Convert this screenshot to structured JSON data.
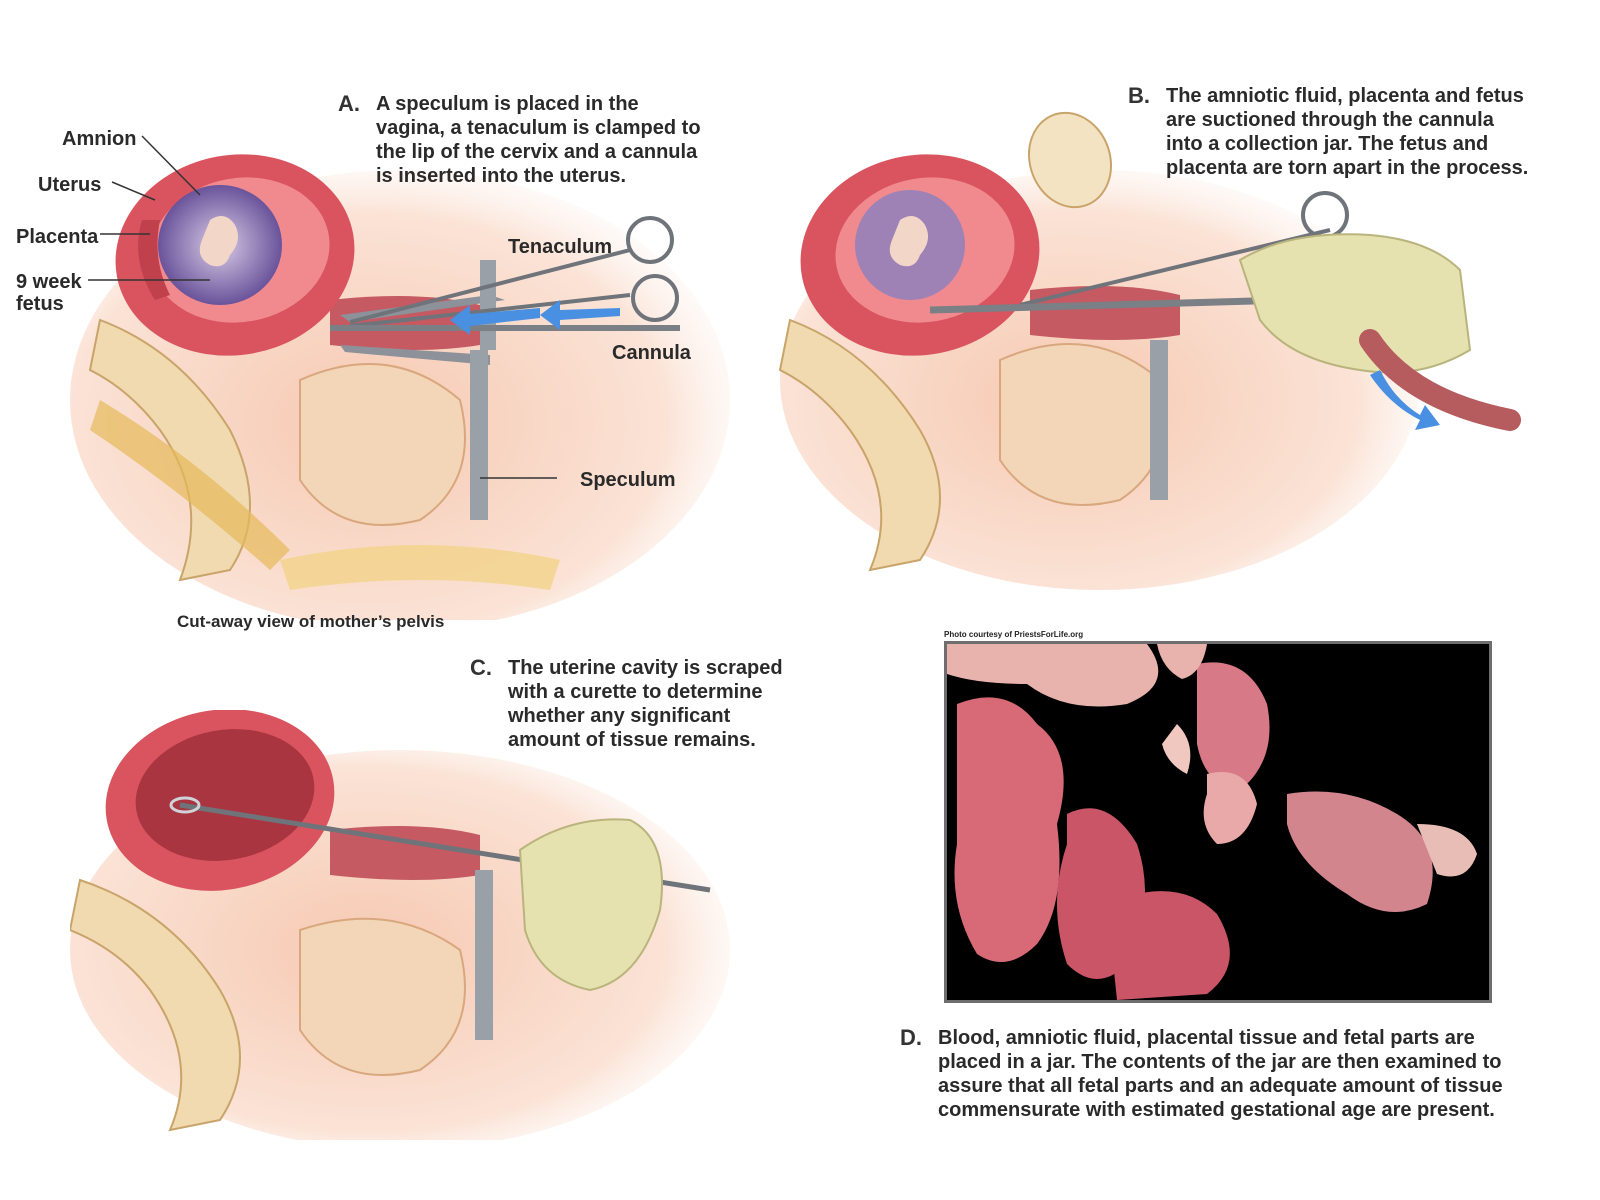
{
  "panel_a": {
    "letter": "A.",
    "text": "A speculum is placed in the\nvagina, a tenaculum is clamped to\nthe lip of the cervix and a cannula\nis inserted into the uterus.",
    "labels": {
      "amnion": "Amnion",
      "uterus": "Uterus",
      "placenta": "Placenta",
      "fetus": "9 week\nfetus",
      "tenaculum": "Tenaculum",
      "cannula": "Cannula",
      "speculum": "Speculum"
    },
    "caption": "Cut-away view of mother’s pelvis"
  },
  "panel_b": {
    "letter": "B.",
    "text": "The amniotic fluid, placenta and fetus\nare suctioned through the cannula\ninto a collection jar. The fetus and\nplacenta are torn apart in the process."
  },
  "panel_c": {
    "letter": "C.",
    "text": "The uterine cavity is scraped\nwith a curette to determine\nwhether any significant\namount of tissue remains."
  },
  "panel_d": {
    "letter": "D.",
    "text": "Blood, amniotic fluid, placental tissue and fetal parts are\nplaced in a jar. The contents of the jar are then examined to\nassure that all fetal parts and an adequate amount of tissue\ncommensurate with estimated gestational age are present.",
    "photo_credit": "Photo courtesy of PriestsForLife.org"
  },
  "colors": {
    "uterus_wall": "#d9545e",
    "uterus_inner": "#f08a8e",
    "bone": "#f1d9b0",
    "skin_shadow": "#f7d9c8",
    "amnion": "#6a5aa8",
    "arrow": "#4a90e2",
    "glove": "#e6e2b0",
    "metal": "#7b7f86",
    "photo_bg": "#000000",
    "tissue": "#d86a78"
  }
}
